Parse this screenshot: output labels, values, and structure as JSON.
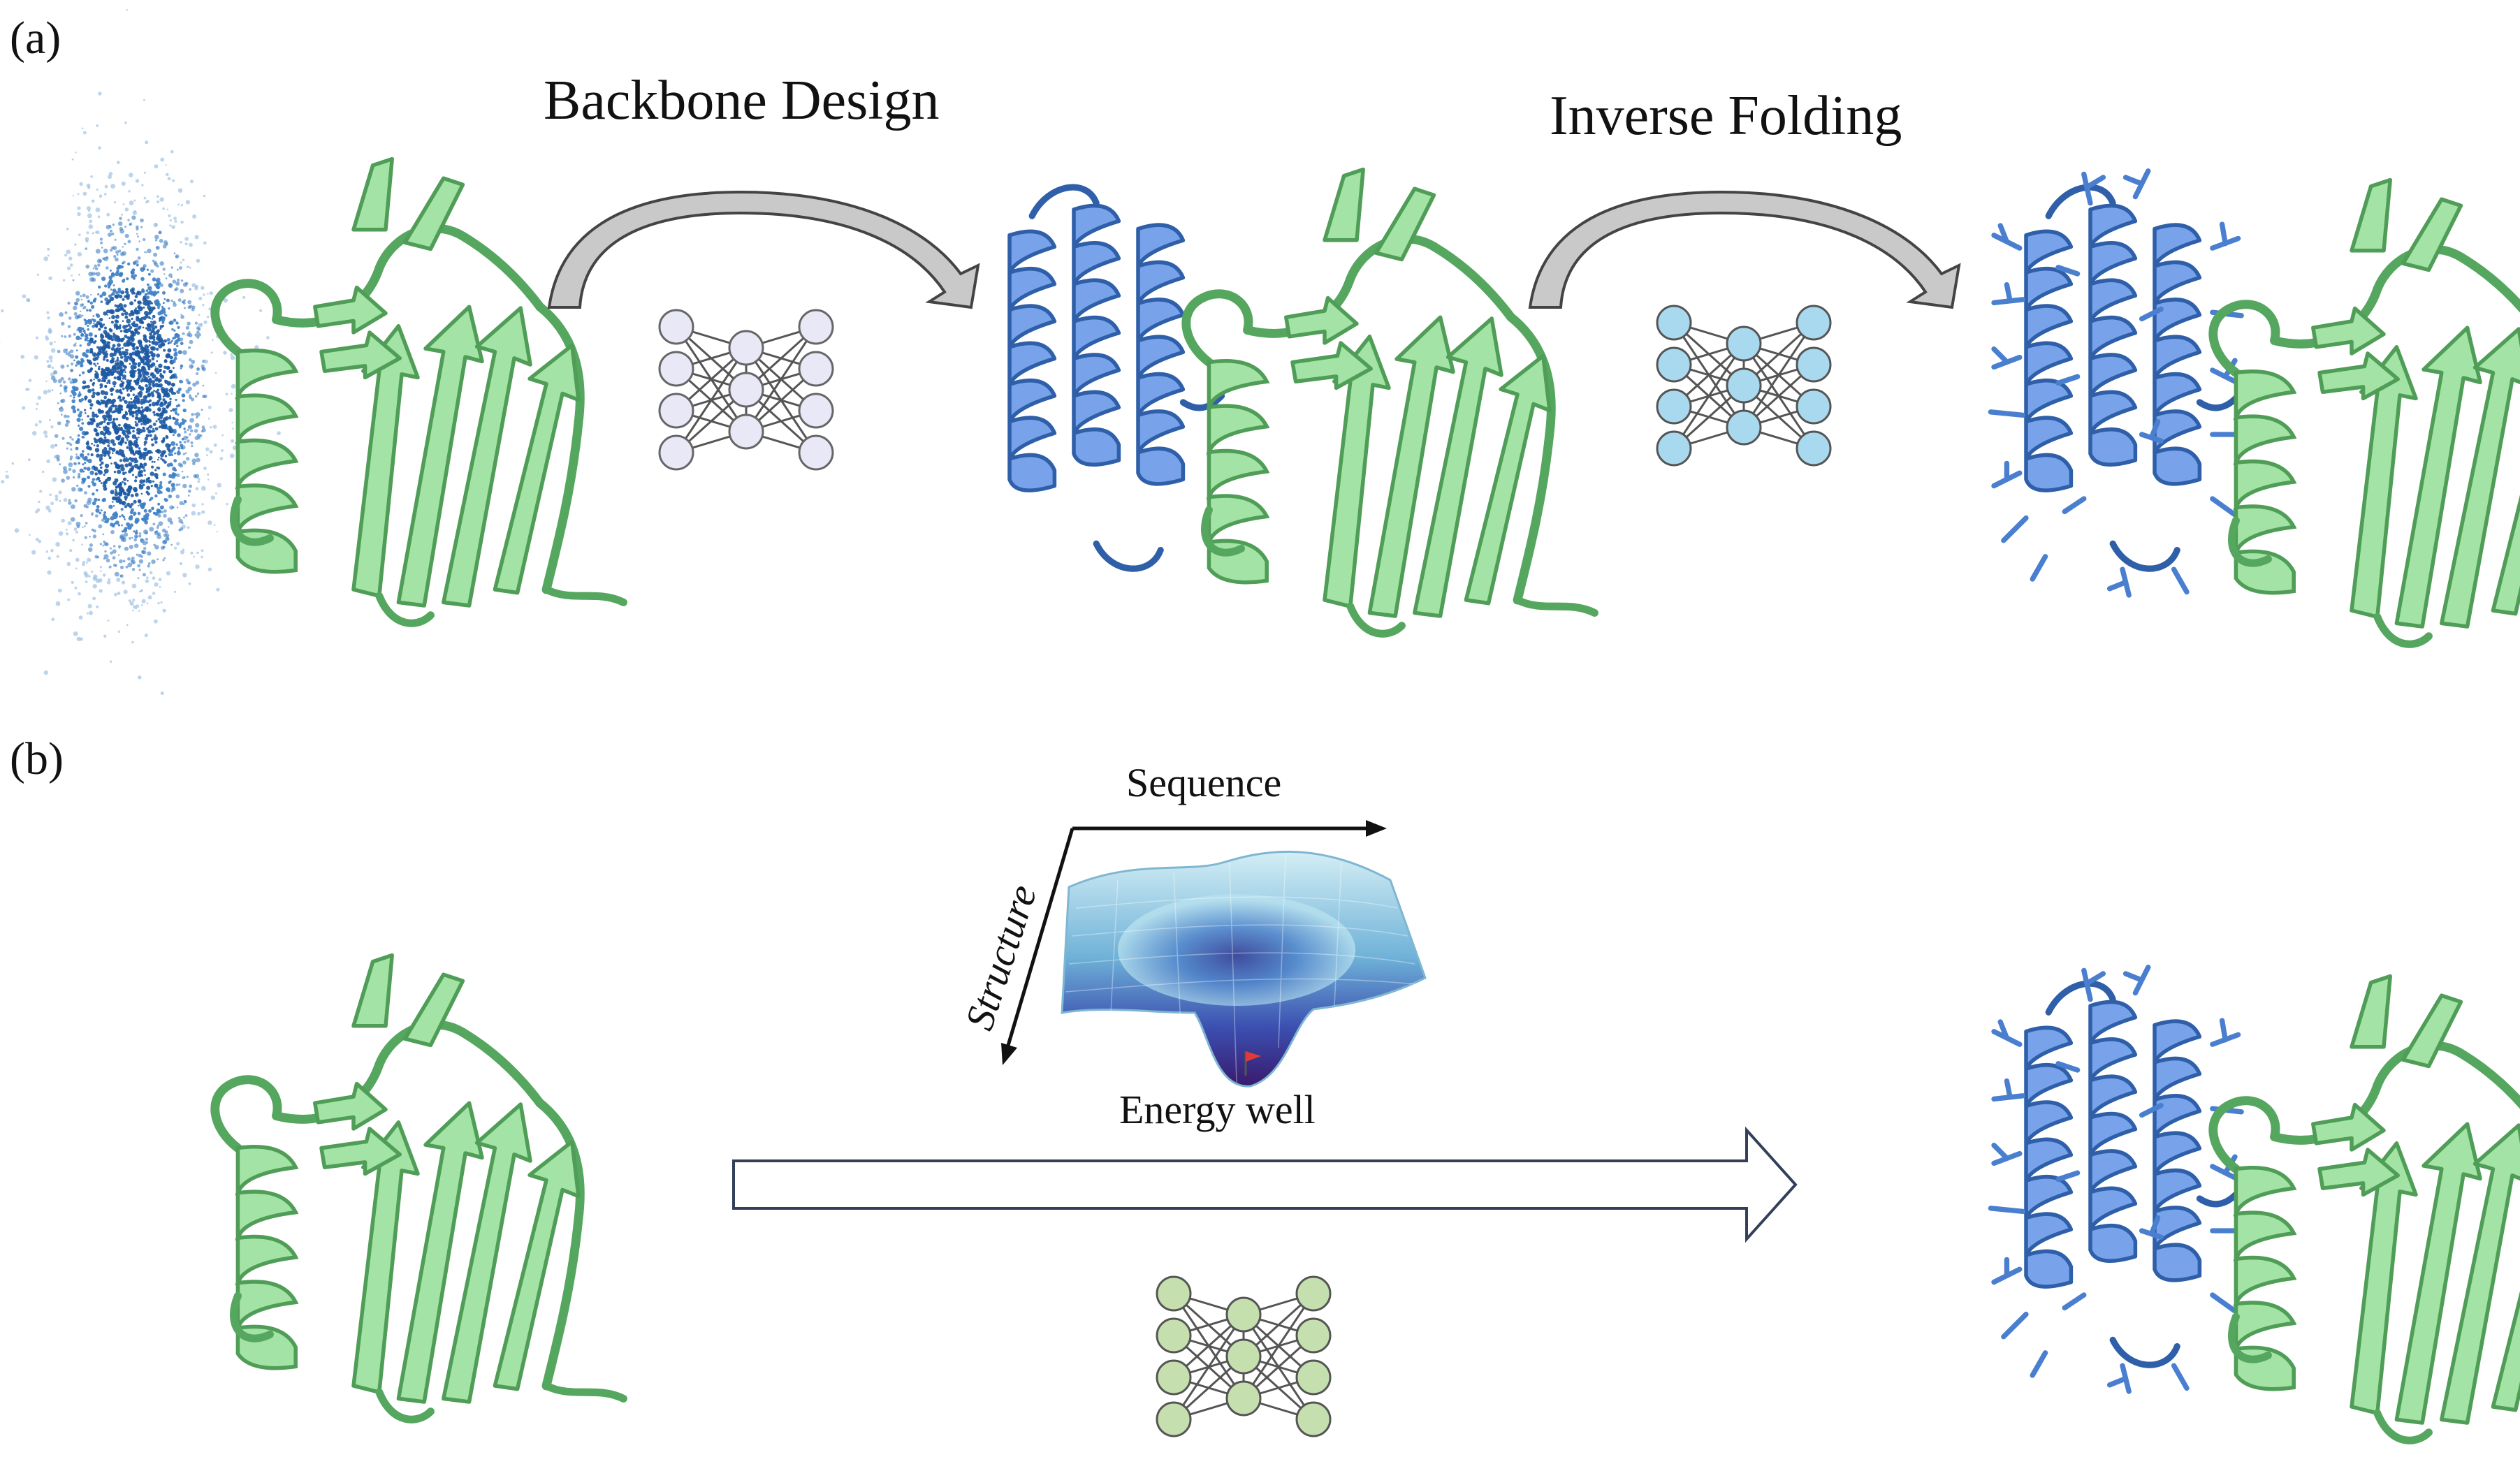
{
  "panel_a": {
    "label": "(a)",
    "step1_title": "Backbone Design",
    "step2_title": "Inverse Folding"
  },
  "panel_b": {
    "label": "(b)",
    "axis_x_label": "Sequence",
    "axis_y_label": "Structure",
    "well_label": "Energy well"
  },
  "colors": {
    "binder_green": "#9ee0a0",
    "binder_green_dark": "#4fa859",
    "designed_blue": "#6f9be6",
    "designed_blue_dark": "#2d5ca8",
    "noise_blue": "#1f5ea8",
    "arrow_gray": "#c8c8c8",
    "nn_lavender": "#e6e6f6",
    "nn_cyan": "#a9d9ee",
    "nn_green": "#c5dfae",
    "landscape_top": "#c9eaf2",
    "landscape_bottom": "#3c1f7a"
  },
  "icons": {
    "noise": "noise-cloud-icon",
    "target_protein": "protein-ribbon-green-icon",
    "backbone": "helix-bundle-blue-icon",
    "sidechains": "helix-bundle-sidechains-icon",
    "network": "neural-network-icon",
    "landscape": "energy-landscape-icon",
    "flag": "flag-icon"
  }
}
